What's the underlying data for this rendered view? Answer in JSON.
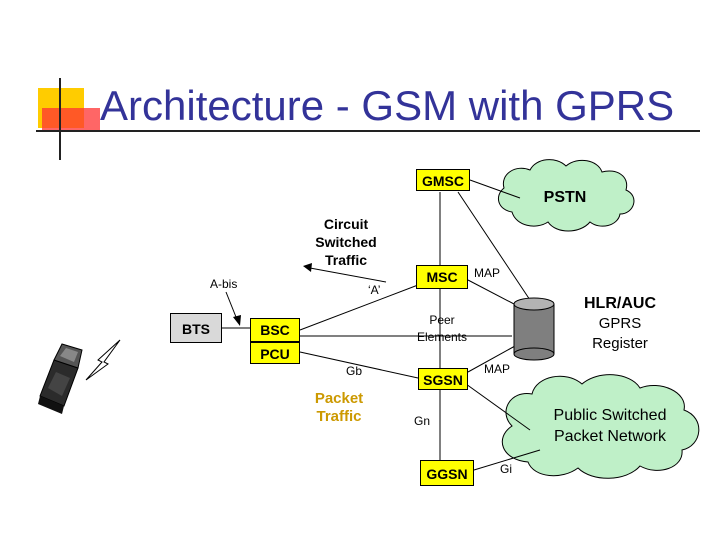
{
  "slide": {
    "title": "Architecture - GSM with GPRS"
  },
  "nodes": {
    "gmsc": "GMSC",
    "msc": "MSC",
    "bts": "BTS",
    "bsc": "BSC",
    "pcu": "PCU",
    "sgsn": "SGSN",
    "ggsn": "GGSN",
    "pstn": "PSTN",
    "hlr_auc": "HLR/AUC",
    "gprs": "GPRS",
    "register": "Register",
    "public_switched": "Public Switched",
    "packet_network": "Packet Network"
  },
  "labels": {
    "circuit": "Circuit",
    "switched": "Switched",
    "traffic": "Traffic",
    "a_bis": "A-bis",
    "a_interface": "‘A’",
    "map_top": "MAP",
    "map_bottom": "MAP",
    "peer": "Peer",
    "elements": "Elements",
    "gb": "Gb",
    "packet": "Packet",
    "packet_traffic": "Traffic",
    "gn": "Gn",
    "gi": "Gi"
  },
  "colors": {
    "title": "#333399",
    "node_fill": "#ffff00",
    "cloud_fill": "#bff0c8",
    "traffic_label": "#cc9900",
    "accent_yellow": "#ffcc00",
    "accent_red": "#ff3333"
  }
}
